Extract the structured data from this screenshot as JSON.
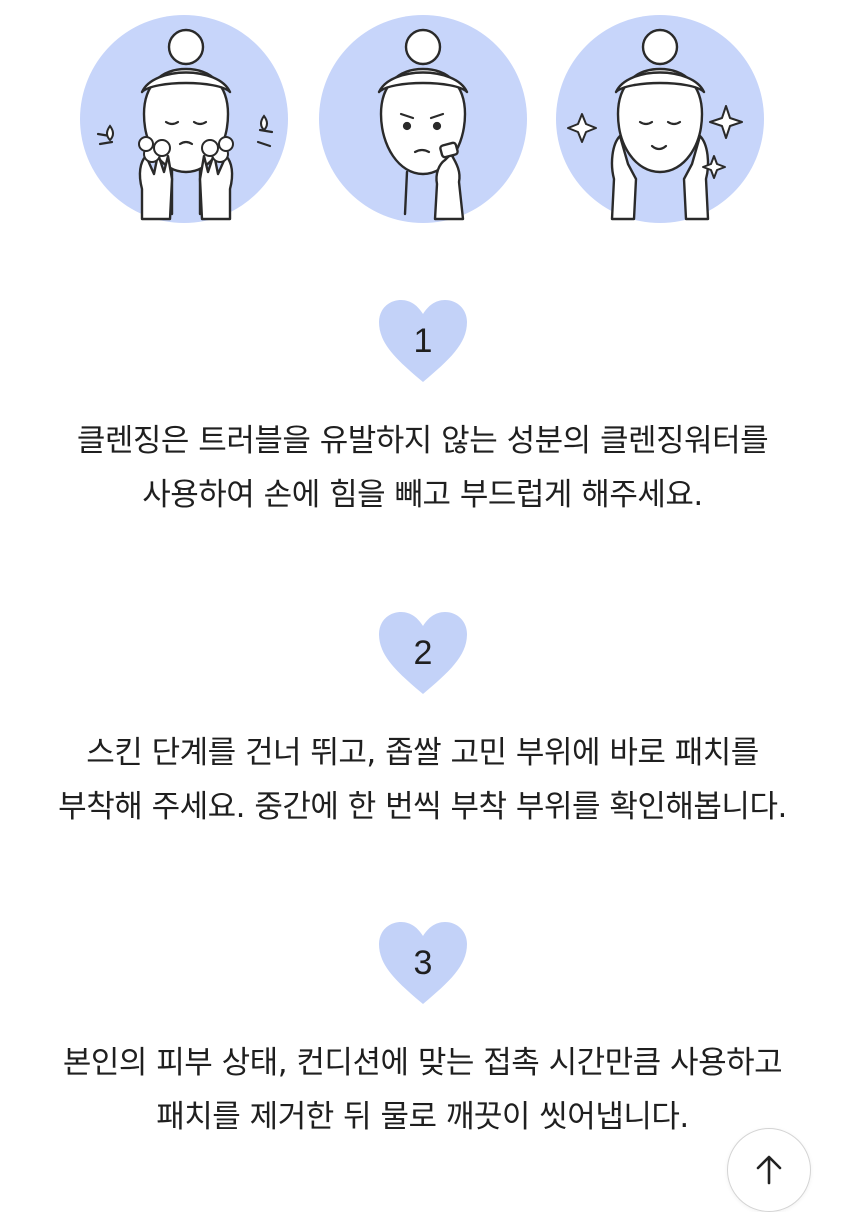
{
  "colors": {
    "accent_light_blue": "#c7d5fa",
    "heart_blue": "#c3d2f8",
    "text": "#1f1f1f",
    "line_art": "#2a2a2a"
  },
  "illustrations": [
    {
      "name": "cleansing-face-illustration",
      "icon": "face-washing-icon"
    },
    {
      "name": "applying-patch-illustration",
      "icon": "patch-applying-icon"
    },
    {
      "name": "clear-skin-illustration",
      "icon": "sparkle-face-icon"
    }
  ],
  "steps": [
    {
      "number": "1",
      "line1": "클렌징은 트러블을 유발하지 않는 성분의 클렌징워터를",
      "line2": "사용하여 손에 힘을 빼고 부드럽게 해주세요."
    },
    {
      "number": "2",
      "line1": "스킨 단계를 건너 뛰고, 좁쌀 고민 부위에 바로 패치를",
      "line2": "부착해 주세요. 중간에 한 번씩 부착 부위를 확인해봅니다."
    },
    {
      "number": "3",
      "line1": "본인의 피부 상태, 컨디션에 맞는 접촉 시간만큼 사용하고",
      "line2": "패치를 제거한 뒤 물로 깨끗이 씻어냅니다."
    }
  ],
  "scroll_top": {
    "icon": "arrow-up-icon"
  }
}
